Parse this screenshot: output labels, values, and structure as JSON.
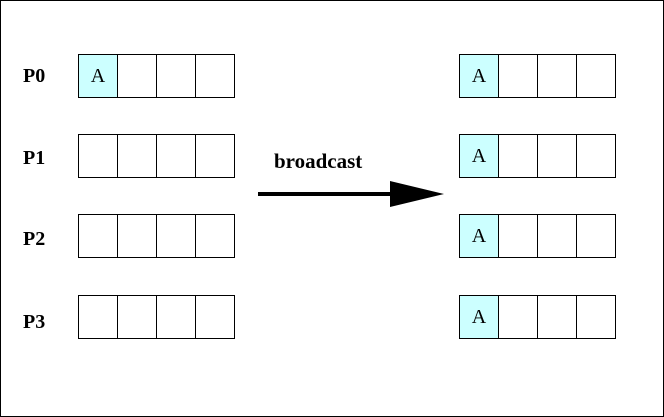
{
  "diagram": {
    "operation_label": "broadcast",
    "processes": [
      {
        "label": "P0",
        "before": [
          "A",
          "",
          "",
          ""
        ],
        "after": [
          "A",
          "",
          "",
          ""
        ]
      },
      {
        "label": "P1",
        "before": [
          "",
          "",
          "",
          ""
        ],
        "after": [
          "A",
          "",
          "",
          ""
        ]
      },
      {
        "label": "P2",
        "before": [
          "",
          "",
          "",
          ""
        ],
        "after": [
          "A",
          "",
          "",
          ""
        ]
      },
      {
        "label": "P3",
        "before": [
          "",
          "",
          "",
          ""
        ],
        "after": [
          "A",
          "",
          "",
          ""
        ]
      }
    ],
    "colors": {
      "filled_cell": "#ccffff",
      "empty_cell": "#ffffff",
      "stroke": "#000000"
    },
    "arrow_icon": "right-arrow-icon"
  }
}
